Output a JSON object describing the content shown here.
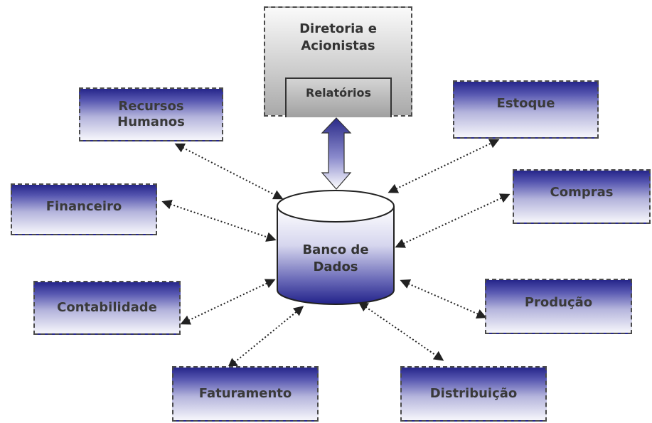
{
  "top": {
    "title": "Diretoria e\nAcionistas",
    "inner": "Relatórios"
  },
  "database": {
    "label": "Banco de\nDados"
  },
  "nodes": {
    "rh": "Recursos\nHumanos",
    "financeiro": "Financeiro",
    "contabilidade": "Contabilidade",
    "faturamento": "Faturamento",
    "distribuicao": "Distribuição",
    "producao": "Produção",
    "compras": "Compras",
    "estoque": "Estoque"
  }
}
